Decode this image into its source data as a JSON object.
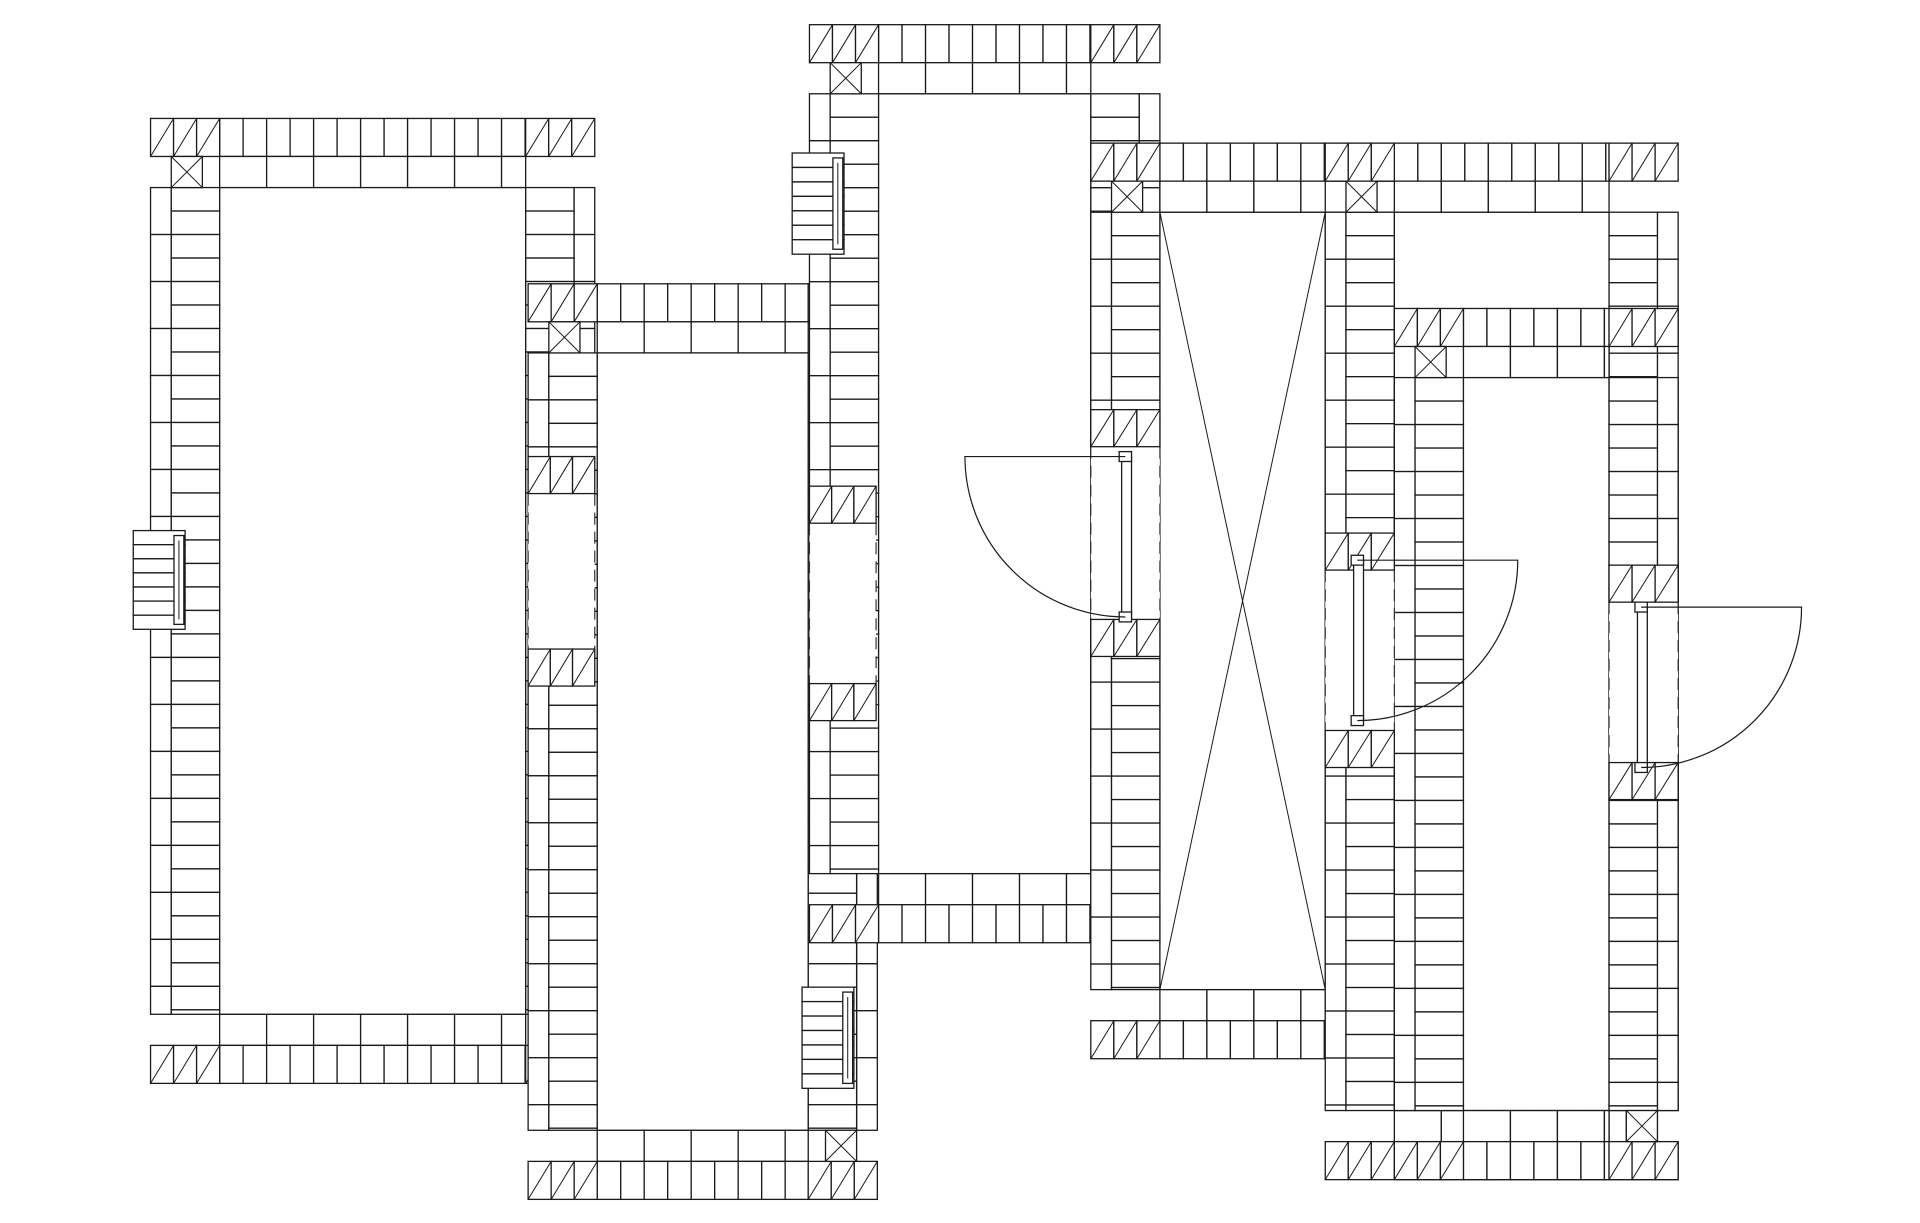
{
  "drawing": {
    "kind": "masonry floor plan",
    "labels": [],
    "rooms": [
      {
        "id": "room-1",
        "doors": 0,
        "windows": 1
      },
      {
        "id": "room-2",
        "doors": 0,
        "windows": 0
      },
      {
        "id": "room-3",
        "doors": 1,
        "windows": 2
      },
      {
        "id": "room-4",
        "doors": 0,
        "windows": 0,
        "void": true
      },
      {
        "id": "room-5",
        "doors": 1,
        "windows": 0
      },
      {
        "id": "room-6",
        "doors": 1,
        "windows": 0
      }
    ],
    "colors": {
      "line": "#1a1a1a",
      "background": "#ffffff"
    }
  }
}
